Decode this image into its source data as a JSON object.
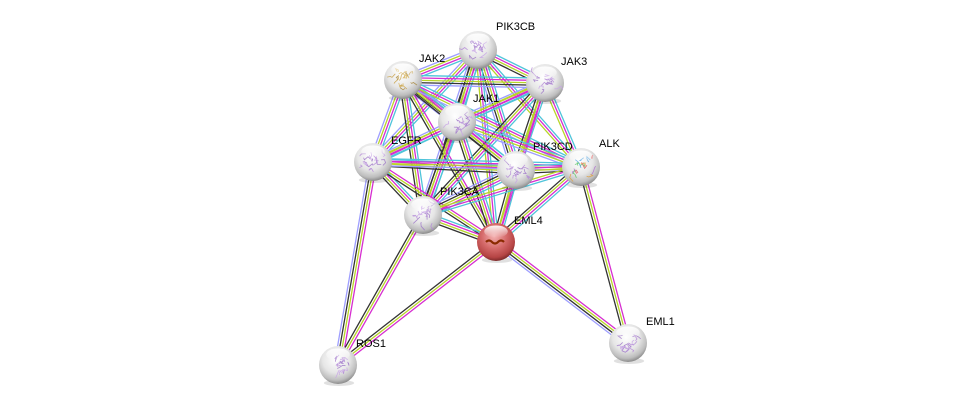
{
  "title": "STRING protein interaction network",
  "edge_colors": {
    "known_curated": "#4fc4da",
    "known_experimental": "#d62ed0",
    "textmining": "#b8d42a",
    "coexpression": "#333333",
    "homology": "#9e9eff",
    "gene_fusion": "#e22020"
  },
  "nodes": [
    {
      "id": "PIK3CB",
      "label": "PIK3CB",
      "query": false,
      "structure": "purple"
    },
    {
      "id": "JAK2",
      "label": "JAK2",
      "query": false,
      "structure": "gold"
    },
    {
      "id": "JAK3",
      "label": "JAK3",
      "query": false,
      "structure": "purple"
    },
    {
      "id": "JAK1",
      "label": "JAK1",
      "query": false,
      "structure": "purple"
    },
    {
      "id": "EGFR",
      "label": "EGFR",
      "query": false,
      "structure": "purple"
    },
    {
      "id": "PIK3CD",
      "label": "PIK3CD",
      "query": false,
      "structure": "purple"
    },
    {
      "id": "ALK",
      "label": "ALK",
      "query": false,
      "structure": "rainbow"
    },
    {
      "id": "PIK3CA",
      "label": "PIK3CA",
      "query": false,
      "structure": "purple"
    },
    {
      "id": "EML4",
      "label": "EML4",
      "query": true,
      "structure": "none"
    },
    {
      "id": "ROS1",
      "label": "ROS1",
      "query": false,
      "structure": "purple"
    },
    {
      "id": "EML1",
      "label": "EML1",
      "query": false,
      "structure": "purple"
    }
  ],
  "edges": [
    {
      "a": "PIK3CB",
      "b": "JAK2",
      "types": [
        "known_curated",
        "known_experimental",
        "textmining",
        "homology"
      ]
    },
    {
      "a": "PIK3CB",
      "b": "JAK3",
      "types": [
        "known_curated",
        "known_experimental",
        "textmining",
        "coexpression"
      ]
    },
    {
      "a": "PIK3CB",
      "b": "JAK1",
      "types": [
        "known_curated",
        "known_experimental",
        "textmining",
        "coexpression"
      ]
    },
    {
      "a": "PIK3CB",
      "b": "EGFR",
      "types": [
        "known_curated",
        "known_experimental",
        "textmining",
        "homology"
      ]
    },
    {
      "a": "PIK3CB",
      "b": "PIK3CD",
      "types": [
        "known_curated",
        "known_experimental",
        "textmining",
        "coexpression",
        "homology"
      ]
    },
    {
      "a": "PIK3CB",
      "b": "ALK",
      "types": [
        "known_curated",
        "known_experimental",
        "textmining"
      ]
    },
    {
      "a": "PIK3CB",
      "b": "PIK3CA",
      "types": [
        "known_curated",
        "known_experimental",
        "textmining",
        "coexpression",
        "homology"
      ]
    },
    {
      "a": "PIK3CB",
      "b": "EML4",
      "types": [
        "known_curated",
        "known_experimental",
        "textmining"
      ]
    },
    {
      "a": "JAK2",
      "b": "JAK3",
      "types": [
        "known_curated",
        "known_experimental",
        "textmining",
        "coexpression",
        "homology"
      ]
    },
    {
      "a": "JAK2",
      "b": "JAK1",
      "types": [
        "known_curated",
        "known_experimental",
        "textmining",
        "coexpression",
        "homology"
      ]
    },
    {
      "a": "JAK2",
      "b": "EGFR",
      "types": [
        "known_curated",
        "known_experimental",
        "textmining",
        "homology"
      ]
    },
    {
      "a": "JAK2",
      "b": "PIK3CD",
      "types": [
        "known_curated",
        "known_experimental",
        "textmining",
        "coexpression"
      ]
    },
    {
      "a": "JAK2",
      "b": "ALK",
      "types": [
        "known_curated",
        "known_experimental",
        "textmining",
        "homology"
      ]
    },
    {
      "a": "JAK2",
      "b": "PIK3CA",
      "types": [
        "known_curated",
        "known_experimental",
        "textmining",
        "coexpression"
      ]
    },
    {
      "a": "JAK2",
      "b": "EML4",
      "types": [
        "known_experimental",
        "textmining",
        "coexpression"
      ]
    },
    {
      "a": "JAK3",
      "b": "JAK1",
      "types": [
        "known_curated",
        "known_experimental",
        "textmining",
        "homology"
      ]
    },
    {
      "a": "JAK3",
      "b": "EGFR",
      "types": [
        "known_curated",
        "known_experimental",
        "textmining"
      ]
    },
    {
      "a": "JAK3",
      "b": "PIK3CD",
      "types": [
        "known_curated",
        "known_experimental",
        "textmining",
        "coexpression"
      ]
    },
    {
      "a": "JAK3",
      "b": "ALK",
      "types": [
        "known_curated",
        "known_experimental",
        "textmining"
      ]
    },
    {
      "a": "JAK3",
      "b": "PIK3CA",
      "types": [
        "known_curated",
        "known_experimental",
        "textmining",
        "coexpression"
      ]
    },
    {
      "a": "JAK3",
      "b": "EML4",
      "types": [
        "known_experimental",
        "textmining"
      ]
    },
    {
      "a": "JAK1",
      "b": "EGFR",
      "types": [
        "known_curated",
        "known_experimental",
        "textmining",
        "homology"
      ]
    },
    {
      "a": "JAK1",
      "b": "PIK3CD",
      "types": [
        "known_curated",
        "known_experimental",
        "textmining",
        "coexpression"
      ]
    },
    {
      "a": "JAK1",
      "b": "ALK",
      "types": [
        "known_curated",
        "known_experimental",
        "textmining",
        "homology"
      ]
    },
    {
      "a": "JAK1",
      "b": "PIK3CA",
      "types": [
        "known_curated",
        "known_experimental",
        "textmining",
        "coexpression"
      ]
    },
    {
      "a": "JAK1",
      "b": "EML4",
      "types": [
        "known_curated",
        "known_experimental",
        "textmining",
        "coexpression"
      ]
    },
    {
      "a": "EGFR",
      "b": "PIK3CD",
      "types": [
        "known_curated",
        "known_experimental",
        "textmining",
        "coexpression"
      ]
    },
    {
      "a": "EGFR",
      "b": "ALK",
      "types": [
        "known_curated",
        "known_experimental",
        "textmining",
        "homology"
      ]
    },
    {
      "a": "EGFR",
      "b": "PIK3CA",
      "types": [
        "known_curated",
        "known_experimental",
        "textmining",
        "coexpression"
      ]
    },
    {
      "a": "EGFR",
      "b": "EML4",
      "types": [
        "known_experimental",
        "textmining",
        "coexpression"
      ]
    },
    {
      "a": "EGFR",
      "b": "ROS1",
      "types": [
        "known_experimental",
        "textmining",
        "coexpression",
        "homology"
      ]
    },
    {
      "a": "PIK3CD",
      "b": "ALK",
      "types": [
        "known_curated",
        "known_experimental",
        "textmining",
        "coexpression"
      ]
    },
    {
      "a": "PIK3CD",
      "b": "PIK3CA",
      "types": [
        "known_curated",
        "known_experimental",
        "textmining",
        "coexpression",
        "homology"
      ]
    },
    {
      "a": "PIK3CD",
      "b": "EML4",
      "types": [
        "known_curated",
        "known_experimental",
        "textmining",
        "coexpression"
      ]
    },
    {
      "a": "ALK",
      "b": "PIK3CA",
      "types": [
        "known_curated",
        "known_experimental",
        "textmining"
      ]
    },
    {
      "a": "ALK",
      "b": "EML4",
      "types": [
        "known_curated",
        "known_experimental",
        "textmining",
        "coexpression"
      ]
    },
    {
      "a": "ALK",
      "b": "EML1",
      "types": [
        "known_experimental",
        "textmining",
        "coexpression"
      ]
    },
    {
      "a": "PIK3CA",
      "b": "EML4",
      "types": [
        "known_curated",
        "known_experimental",
        "textmining",
        "coexpression"
      ]
    },
    {
      "a": "PIK3CA",
      "b": "ROS1",
      "types": [
        "known_experimental",
        "textmining",
        "coexpression"
      ]
    },
    {
      "a": "EML4",
      "b": "ROS1",
      "types": [
        "known_experimental",
        "textmining",
        "coexpression"
      ]
    },
    {
      "a": "EML4",
      "b": "EML1",
      "types": [
        "known_experimental",
        "textmining",
        "coexpression",
        "homology"
      ]
    }
  ]
}
